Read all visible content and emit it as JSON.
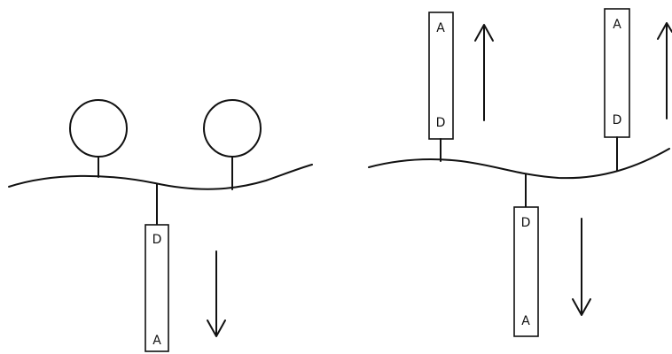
{
  "left_panel": {
    "tail_label_top": "D",
    "tail_label_bottom": "A",
    "arrow_direction": "down"
  },
  "right_panel": {
    "tail_1": {
      "label_top": "A",
      "label_bottom": "D",
      "arrow_direction": "up"
    },
    "tail_2": {
      "label_top": "A",
      "label_bottom": "D",
      "arrow_direction": "up"
    },
    "tail_3": {
      "label_top": "D",
      "label_bottom": "A",
      "arrow_direction": "down"
    }
  },
  "colors": {
    "ink": "#111111",
    "background": "#ffffff"
  }
}
